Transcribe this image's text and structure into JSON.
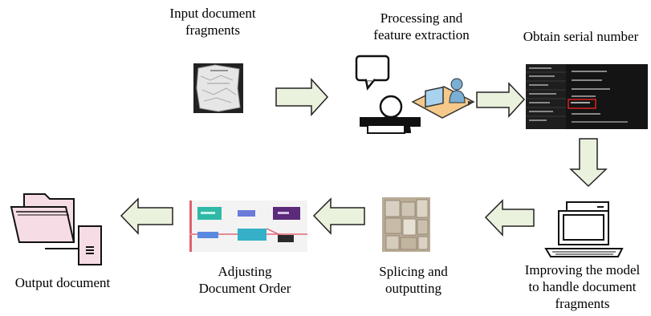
{
  "steps": [
    {
      "id": "input",
      "label_lines": [
        "Input document",
        "fragments"
      ]
    },
    {
      "id": "processing",
      "label_lines": [
        "Processing and",
        "feature extraction"
      ]
    },
    {
      "id": "serial",
      "label_lines": [
        "Obtain serial number"
      ]
    },
    {
      "id": "improve",
      "label_lines": [
        "Improving the model",
        "to handle document",
        "fragments"
      ]
    },
    {
      "id": "splicing",
      "label_lines": [
        "Splicing and",
        "outputting"
      ]
    },
    {
      "id": "adjusting",
      "label_lines": [
        "Adjusting",
        "Document Order"
      ]
    },
    {
      "id": "output",
      "label_lines": [
        "Output document"
      ]
    }
  ],
  "colors": {
    "arrow_fill": "#eaf1dd",
    "arrow_stroke": "#222222",
    "folder_fill": "#f6dce4",
    "person_fill": "#f4c98a",
    "screen_fill": "#a8d2ee",
    "dark_screen": "#141414"
  }
}
